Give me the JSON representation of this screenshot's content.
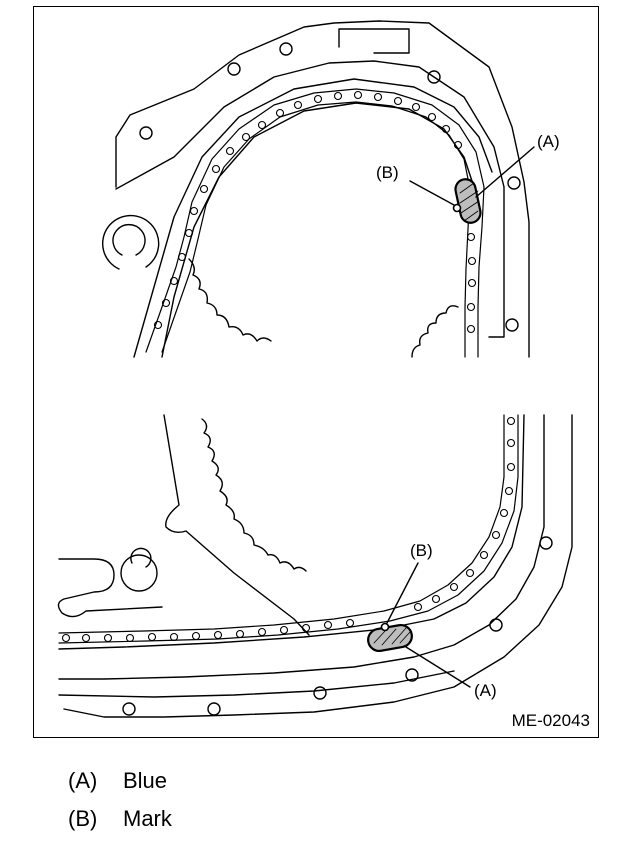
{
  "figure": {
    "code": "ME-02043",
    "top_view": {
      "callout_a": "(A)",
      "callout_b": "(B)"
    },
    "bottom_view": {
      "callout_a": "(A)",
      "callout_b": "(B)"
    }
  },
  "legend": [
    {
      "key": "(A)",
      "label": "Blue"
    },
    {
      "key": "(B)",
      "label": "Mark"
    }
  ]
}
